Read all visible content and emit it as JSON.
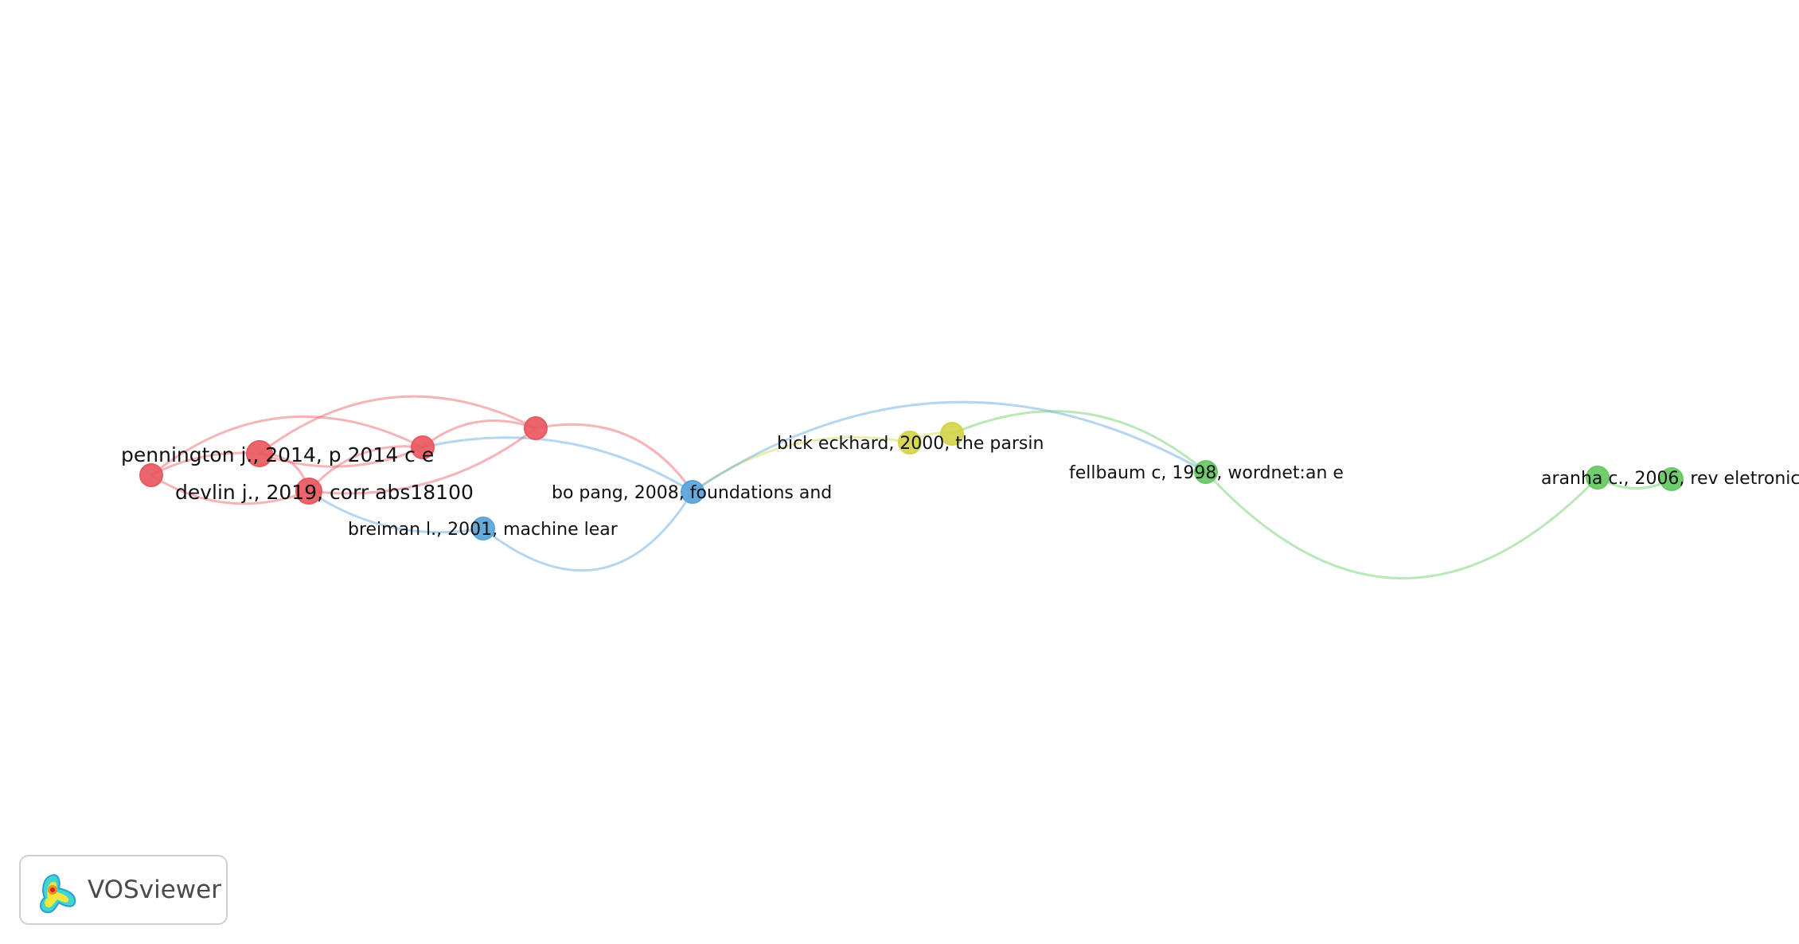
{
  "app": {
    "name": "VOSviewer"
  },
  "clusters": {
    "red": "#e8595f",
    "blue": "#5aa3d9",
    "yellow": "#d4d44a",
    "green": "#66c963"
  },
  "nodes": [
    {
      "id": "pennington",
      "label": "pennington j., 2014, p 2014 c e",
      "cluster": "red"
    },
    {
      "id": "devlin",
      "label": "devlin j., 2019, corr abs18100",
      "cluster": "red"
    },
    {
      "id": "red_a",
      "label": "",
      "cluster": "red"
    },
    {
      "id": "red_b",
      "label": "",
      "cluster": "red"
    },
    {
      "id": "red_c",
      "label": "",
      "cluster": "red"
    },
    {
      "id": "breiman",
      "label": "breiman l., 2001, machine lear",
      "cluster": "blue"
    },
    {
      "id": "bopang",
      "label": "bo pang, 2008, foundations and",
      "cluster": "blue"
    },
    {
      "id": "bick",
      "label": "bick eckhard, 2000, the parsin",
      "cluster": "yellow"
    },
    {
      "id": "yellow_b",
      "label": "",
      "cluster": "yellow"
    },
    {
      "id": "fellbaum",
      "label": "fellbaum c, 1998, wordnet:an e",
      "cluster": "green"
    },
    {
      "id": "aranha",
      "label": "aranha c., 2006, rev eletronic",
      "cluster": "green"
    },
    {
      "id": "green_b",
      "label": "",
      "cluster": "green"
    }
  ],
  "edges": [
    {
      "source": "red_a",
      "target": "pennington",
      "cluster": "red"
    },
    {
      "source": "red_a",
      "target": "devlin",
      "cluster": "red"
    },
    {
      "source": "pennington",
      "target": "devlin",
      "cluster": "red"
    },
    {
      "source": "pennington",
      "target": "red_b",
      "cluster": "red"
    },
    {
      "source": "pennington",
      "target": "red_c",
      "cluster": "red"
    },
    {
      "source": "devlin",
      "target": "red_b",
      "cluster": "red"
    },
    {
      "source": "devlin",
      "target": "red_c",
      "cluster": "red"
    },
    {
      "source": "red_b",
      "target": "red_c",
      "cluster": "red"
    },
    {
      "source": "red_a",
      "target": "red_b",
      "cluster": "red"
    },
    {
      "source": "red_c",
      "target": "bopang",
      "cluster": "red"
    },
    {
      "source": "devlin",
      "target": "breiman",
      "cluster": "blue"
    },
    {
      "source": "breiman",
      "target": "bopang",
      "cluster": "blue"
    },
    {
      "source": "red_b",
      "target": "bopang",
      "cluster": "blue"
    },
    {
      "source": "bopang",
      "target": "bick",
      "cluster": "yellow"
    },
    {
      "source": "bick",
      "target": "yellow_b",
      "cluster": "yellow"
    },
    {
      "source": "bopang",
      "target": "fellbaum",
      "cluster": "blue"
    },
    {
      "source": "yellow_b",
      "target": "fellbaum",
      "cluster": "green"
    },
    {
      "source": "fellbaum",
      "target": "aranha",
      "cluster": "green"
    },
    {
      "source": "aranha",
      "target": "green_b",
      "cluster": "green"
    }
  ]
}
